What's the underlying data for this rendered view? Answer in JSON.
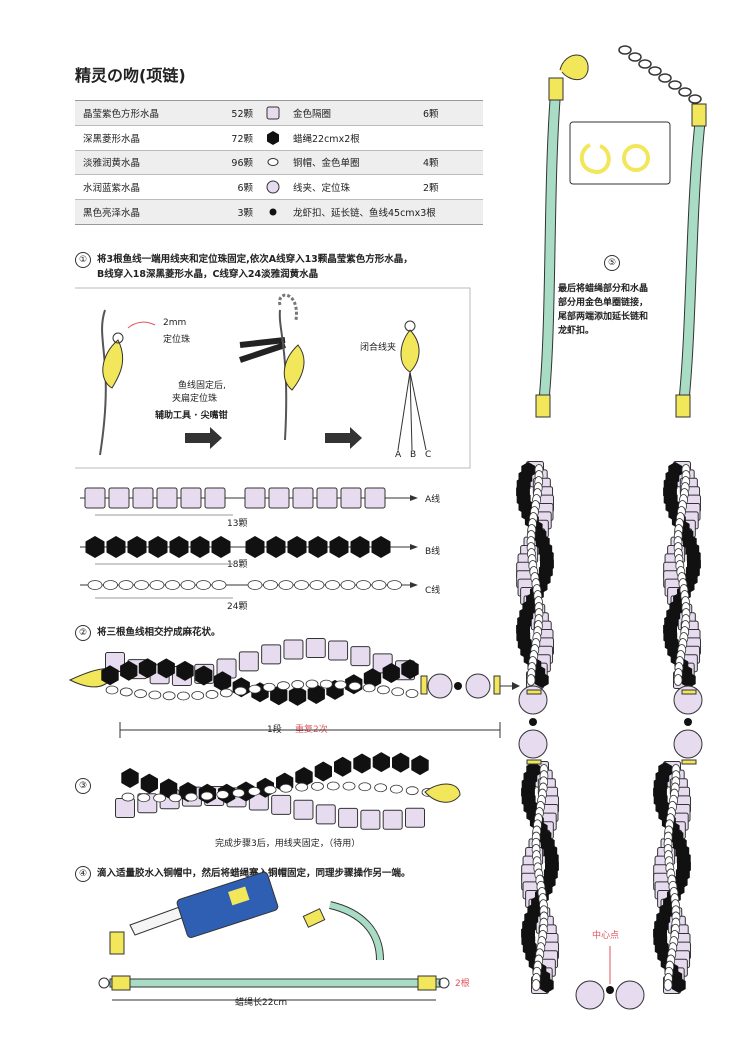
{
  "title": "精灵の吻(项链)",
  "materials": [
    {
      "left": "晶莹紫色方形水晶",
      "left_qty": "52颗",
      "left_icon": "square-bead-icon",
      "right": "金色隔圈",
      "right_qty": "6颗"
    },
    {
      "left": "深黑菱形水晶",
      "left_qty": "72颗",
      "left_icon": "black-hexagon-bead-icon",
      "right": "蜡绳22cmx2根",
      "right_qty": ""
    },
    {
      "left": "淡雅润黄水晶",
      "left_qty": "96颗",
      "left_icon": "oval-bead-icon",
      "right": "铜帽、金色单圈",
      "right_qty": "4颗"
    },
    {
      "left": "水润蓝紫水晶",
      "left_qty": "6颗",
      "left_icon": "round-lilac-bead-icon",
      "right": "线夹、定位珠",
      "right_qty": "2颗"
    },
    {
      "left": "黑色亮泽水晶",
      "left_qty": "3颗",
      "left_icon": "small-black-bead-icon",
      "right": "龙虾扣、延长链、鱼线45cmx3根",
      "right_qty": ""
    }
  ],
  "steps": {
    "s1": {
      "num": "①",
      "line1": "将3根鱼线一端用线夹和定位珠固定,依次A线穿入13颗晶莹紫色方形水晶，",
      "line2": "B线穿入18深黑菱形水晶，C线穿入24淡雅润黄水晶",
      "label_2mm": "2mm",
      "label_dingweizhu": "定位珠",
      "label_fix1": "鱼线固定后,",
      "label_fix2": "夹扁定位珠",
      "label_tool": "辅助工具 · 尖嘴钳",
      "label_close": "闭合线夹",
      "abc": [
        "A",
        "B",
        "C"
      ],
      "rows": [
        {
          "line": "A线",
          "count": "13颗"
        },
        {
          "line": "B线",
          "count": "18颗"
        },
        {
          "line": "C线",
          "count": "24颗"
        }
      ]
    },
    "s2": {
      "num": "②",
      "text": "将三根鱼线相交拧成麻花状。",
      "segment": "1段",
      "repeat": "重复2次"
    },
    "s3": {
      "num": "③",
      "caption": "完成步骤3后，用线夹固定，（待用）"
    },
    "s4": {
      "num": "④",
      "text": "滴入适量胶水入铜帽中，然后将蜡绳塞入铜帽固定，同理步骤操作另一端。",
      "length": "蜡绳长22cm",
      "count": "2根"
    },
    "s5": {
      "num": "⑤",
      "lines": [
        "最后将蜡绳部分和水晶",
        "部分用金色单圈链接，",
        "尾部两端添加延长链和",
        "龙虾扣。"
      ],
      "center": "中心点"
    }
  },
  "colors": {
    "lilac": "#e7dcef",
    "black": "#111111",
    "gold": "#f2e65a",
    "green": "#a8dcc4",
    "red": "#e0565b"
  }
}
